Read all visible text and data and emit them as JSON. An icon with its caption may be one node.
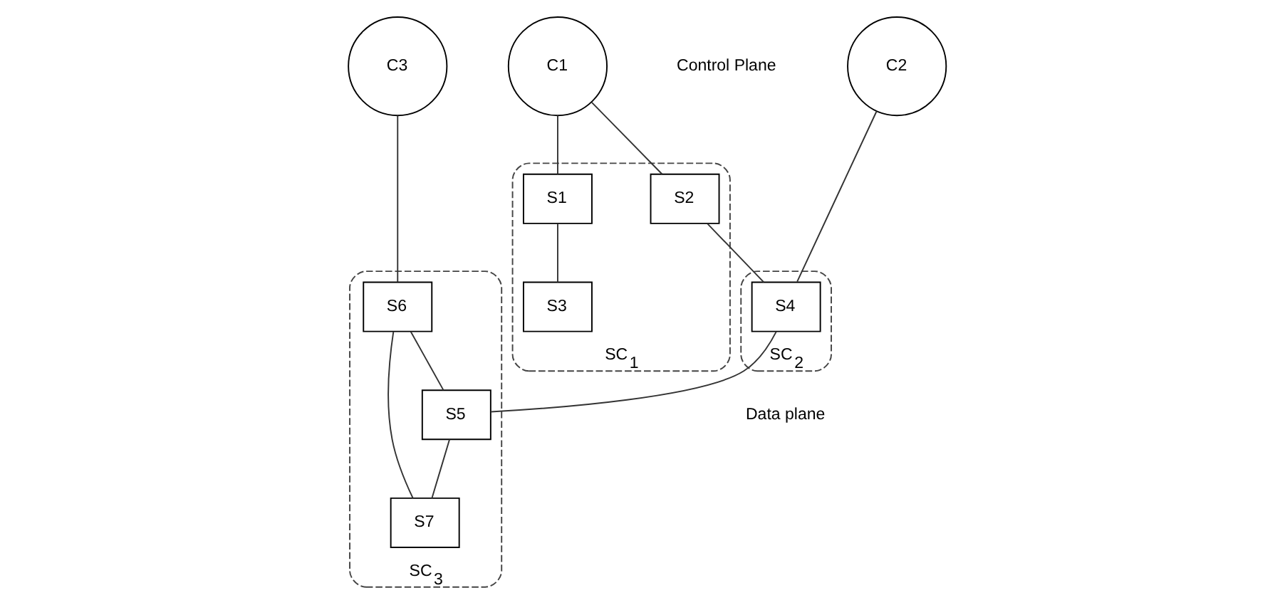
{
  "diagram": {
    "nodes": [
      {
        "text": [
          "C1"
        ]
      },
      {
        "text": [
          "C2"
        ]
      },
      {
        "text": [
          "C3"
        ]
      },
      {
        "text": [
          "SC$_{1}$"
        ]
      },
      {
        "text": [
          "S1"
        ],
        "in": 3
      },
      {
        "text": [
          "S2"
        ],
        "in": 3
      },
      {
        "text": [
          "S3"
        ],
        "in": 3
      },
      {
        "text": [
          "SC$_{2}$"
        ]
      },
      {
        "text": [
          "S4"
        ],
        "in": 7
      },
      {
        "text": [
          "SC$_{3}$"
        ]
      },
      {
        "text": [
          "S6"
        ],
        "in": 9
      },
      {
        "text": [
          "S5"
        ],
        "in": 9
      },
      {
        "text": [
          "S7"
        ],
        "in": 9
      }
    ],
    "edges": [
      {
        "from": 0,
        "to": 4,
        "arrow": "none"
      },
      {
        "from": 0,
        "to": 5,
        "arrow": "none"
      },
      {
        "from": 4,
        "to": 6,
        "arrow": "none"
      },
      {
        "from": 5,
        "to": 8,
        "arrow": "none"
      },
      {
        "from": 1,
        "to": 8,
        "arrow": "none"
      },
      {
        "from": 8,
        "to": 11,
        "arrow": "none"
      },
      {
        "from": 2,
        "to": 10,
        "arrow": "none"
      },
      {
        "from": 10,
        "to": 11,
        "arrow": "none"
      },
      {
        "from": 10,
        "to": 12,
        "arrow": "none"
      },
      {
        "from": 11,
        "to": 12,
        "arrow": "none"
      }
    ],
    "labels": [
      "Control Plane",
      "Data plane"
    ]
  }
}
